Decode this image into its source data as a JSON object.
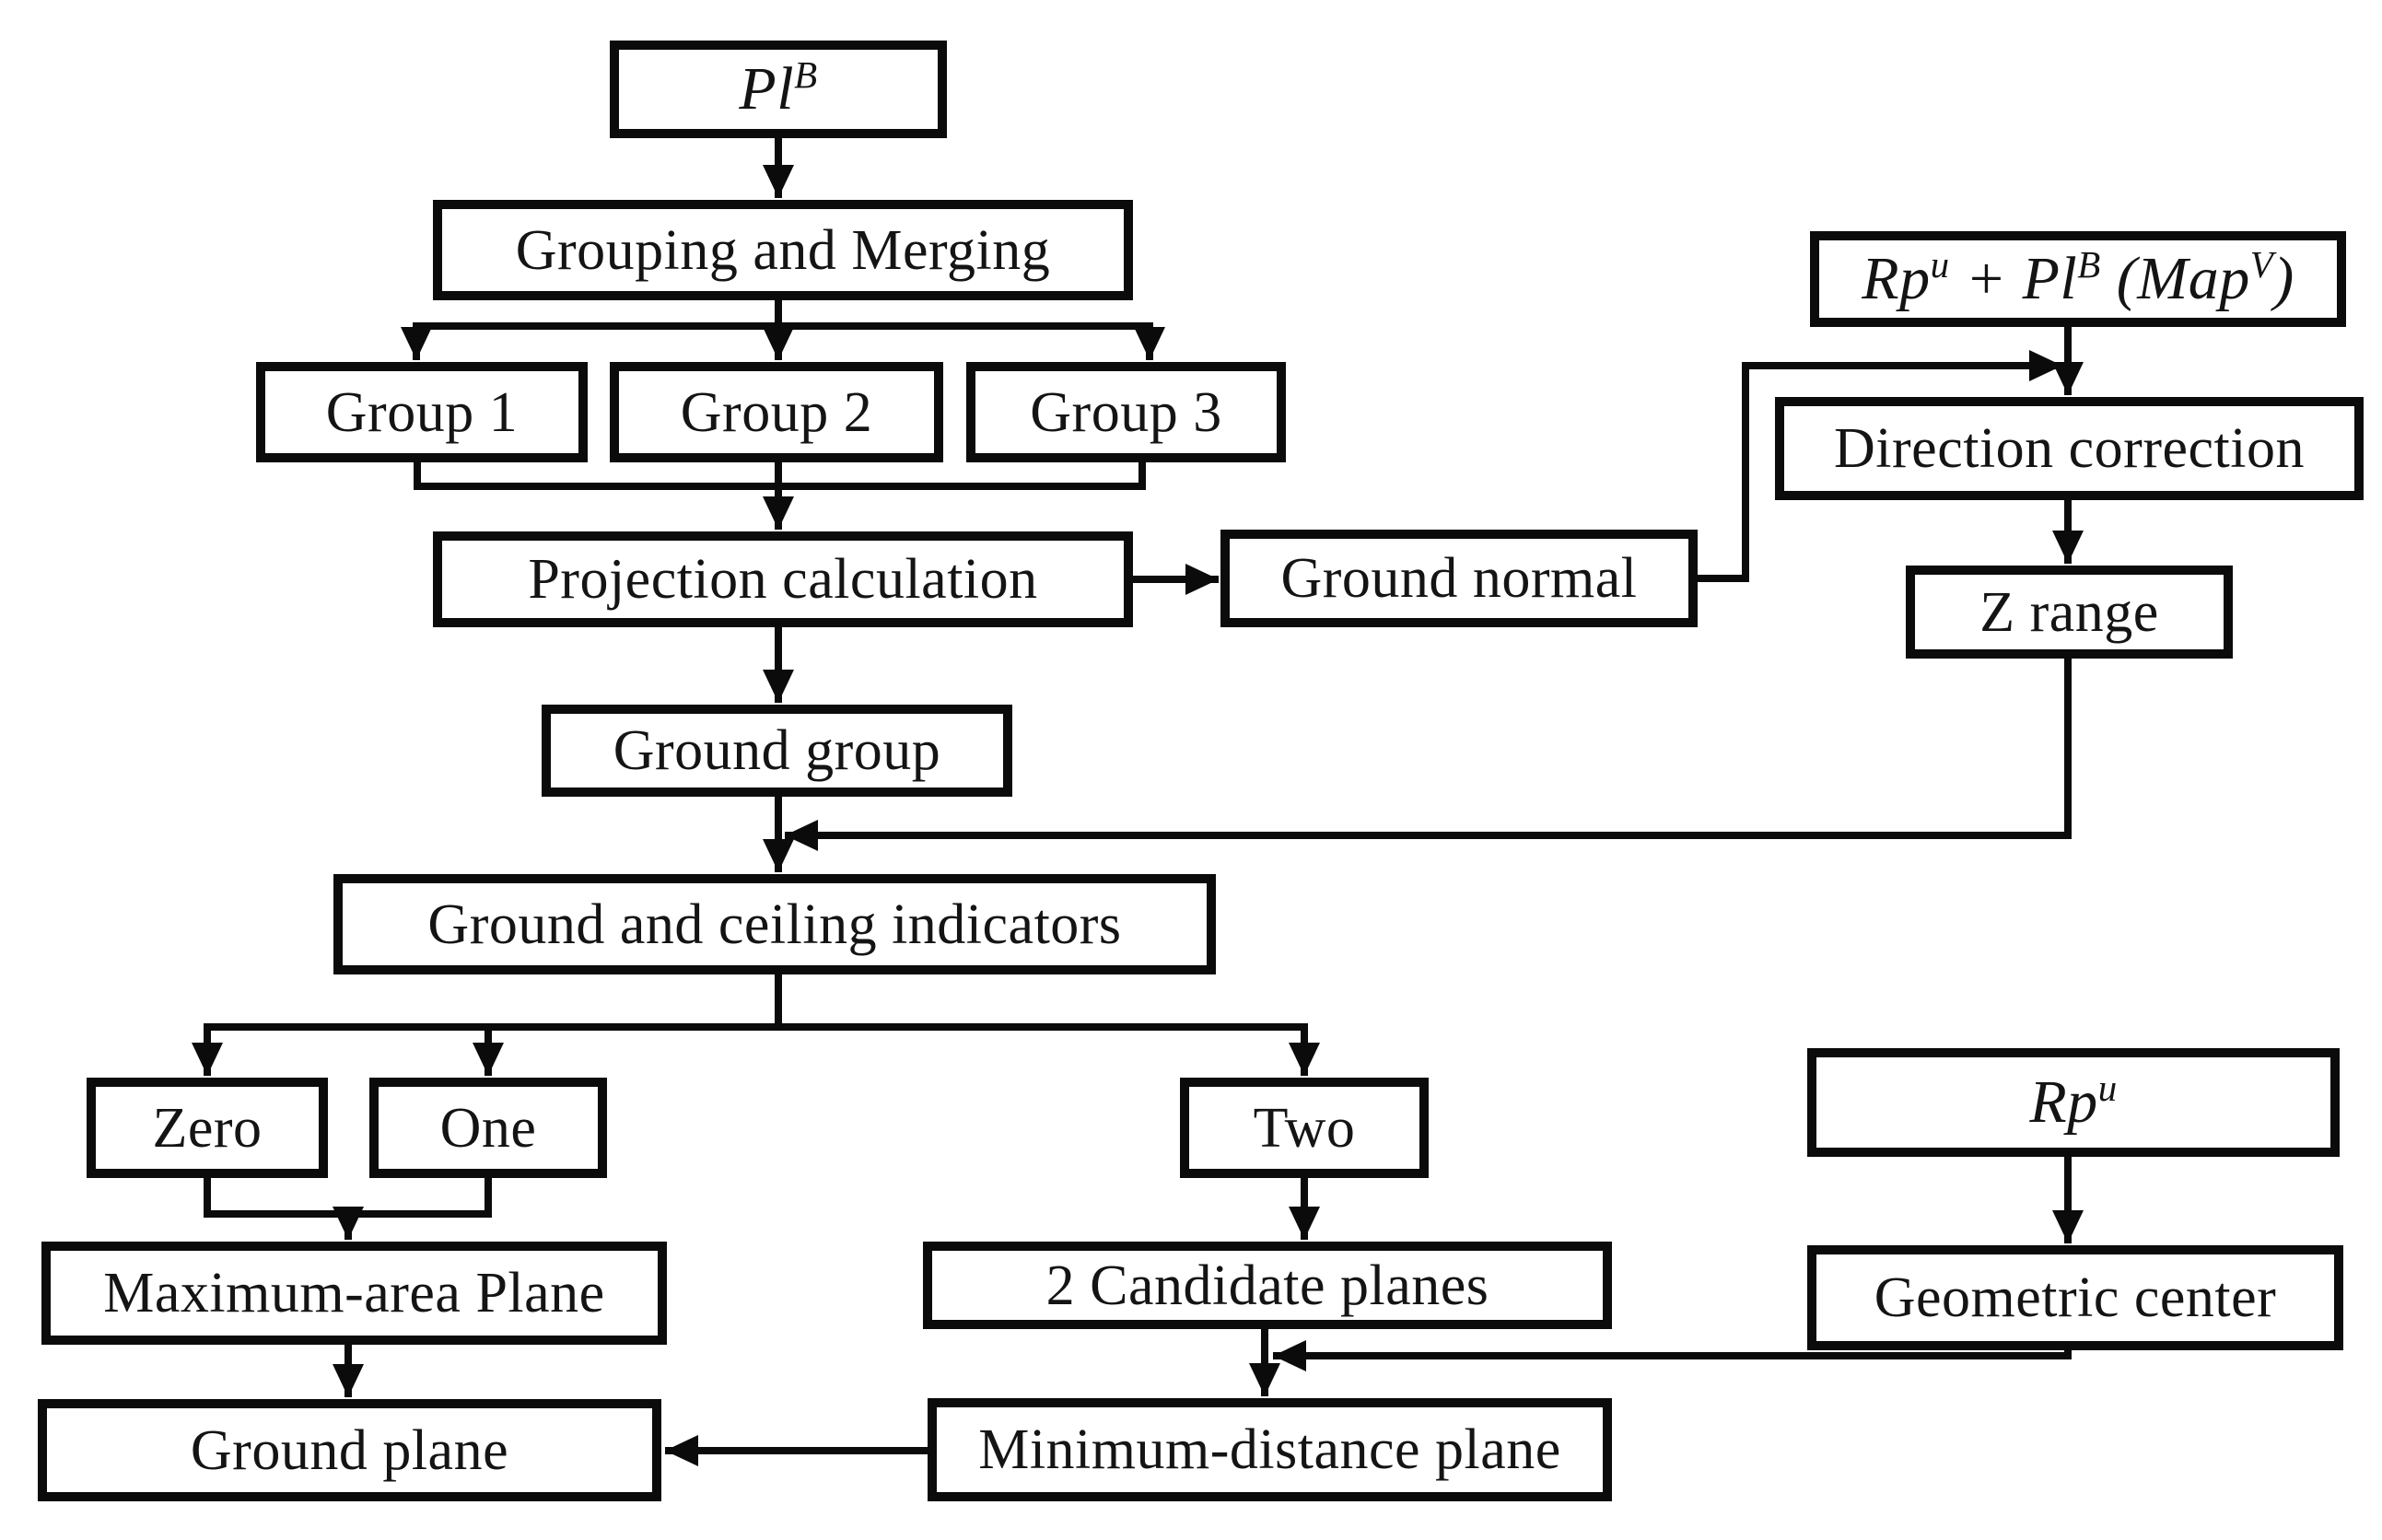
{
  "figure": {
    "type": "flowchart",
    "background_color": "#ffffff",
    "box_fill_color": "#ffffff",
    "box_border_color": "#0b0b0b",
    "connector_color": "#0b0b0b",
    "text_color": "#141414",
    "nodes": {
      "plb": {
        "text": "Pl^B",
        "p0": "Pl",
        "s0": "B"
      },
      "grouping_and_merging": {
        "label": "Grouping and Merging"
      },
      "group1": {
        "label": "Group 1"
      },
      "group2": {
        "label": "Group 2"
      },
      "group3": {
        "label": "Group 3"
      },
      "projection_calculation": {
        "label": "Projection calculation"
      },
      "ground_normal": {
        "label": "Ground normal"
      },
      "rp_map": {
        "text": "Rp^u + Pl^B (Map^V)",
        "p0": "Rp",
        "s0": "u",
        "p1": " + Pl",
        "s1": "B",
        "p2": " (Map",
        "s2": "V",
        "p3": ")"
      },
      "direction_correction": {
        "label": "Direction correction"
      },
      "z_range": {
        "label": "Z range"
      },
      "ground_group": {
        "label": "Ground group"
      },
      "ground_and_ceiling_indicators": {
        "label": "Ground and ceiling indicators"
      },
      "zero": {
        "label": "Zero"
      },
      "one": {
        "label": "One"
      },
      "two": {
        "label": "Two"
      },
      "maximum_area_plane": {
        "label": "Maximum-area Plane"
      },
      "candidate_planes": {
        "label": "2 Candidate planes"
      },
      "rp_u": {
        "text": "Rp^u",
        "p0": "Rp",
        "s0": "u"
      },
      "geometric_center": {
        "label": "Geometric center"
      },
      "ground_plane": {
        "label": "Ground plane"
      },
      "minimum_distance_plane": {
        "label": "Minimum-distance plane"
      }
    },
    "edges": [
      {
        "from": "plb",
        "to": "grouping_and_merging"
      },
      {
        "from": "grouping_and_merging",
        "to": "group1"
      },
      {
        "from": "grouping_and_merging",
        "to": "group2"
      },
      {
        "from": "grouping_and_merging",
        "to": "group3"
      },
      {
        "from": "group1",
        "to": "projection_calculation"
      },
      {
        "from": "group2",
        "to": "projection_calculation"
      },
      {
        "from": "group3",
        "to": "projection_calculation"
      },
      {
        "from": "projection_calculation",
        "to": "ground_normal"
      },
      {
        "from": "projection_calculation",
        "to": "ground_group"
      },
      {
        "from": "ground_normal",
        "to": "direction_correction"
      },
      {
        "from": "rp_map",
        "to": "direction_correction"
      },
      {
        "from": "direction_correction",
        "to": "z_range"
      },
      {
        "from": "z_range",
        "to": "ground_and_ceiling_indicators"
      },
      {
        "from": "ground_group",
        "to": "ground_and_ceiling_indicators"
      },
      {
        "from": "ground_and_ceiling_indicators",
        "to": "zero"
      },
      {
        "from": "ground_and_ceiling_indicators",
        "to": "one"
      },
      {
        "from": "ground_and_ceiling_indicators",
        "to": "two"
      },
      {
        "from": "zero",
        "to": "maximum_area_plane"
      },
      {
        "from": "one",
        "to": "maximum_area_plane"
      },
      {
        "from": "maximum_area_plane",
        "to": "ground_plane"
      },
      {
        "from": "two",
        "to": "candidate_planes"
      },
      {
        "from": "candidate_planes",
        "to": "minimum_distance_plane"
      },
      {
        "from": "rp_u",
        "to": "geometric_center"
      },
      {
        "from": "geometric_center",
        "to": "minimum_distance_plane"
      },
      {
        "from": "minimum_distance_plane",
        "to": "ground_plane"
      }
    ]
  }
}
